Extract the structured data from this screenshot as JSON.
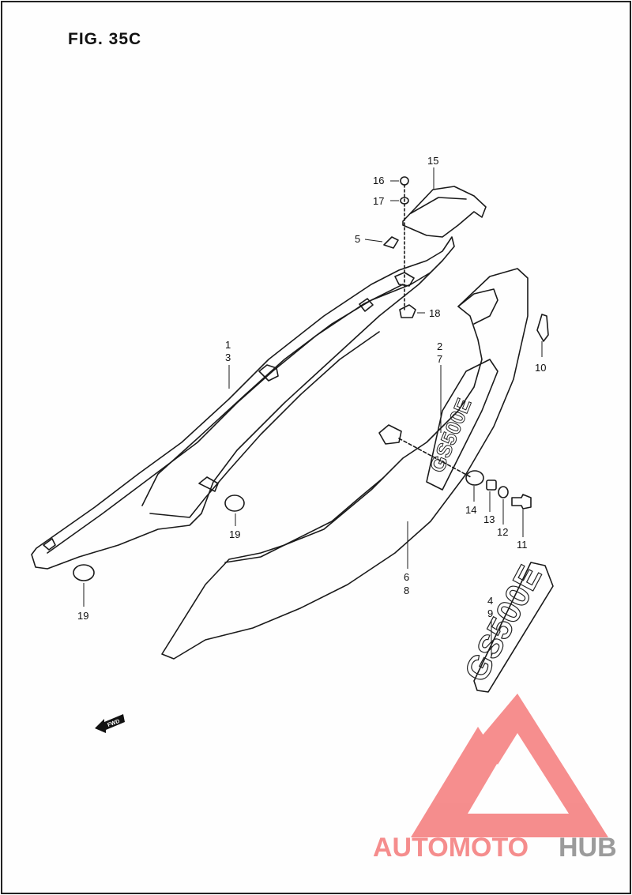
{
  "figure": {
    "title": "FIG. 35C"
  },
  "callouts": [
    {
      "id": "c1",
      "text": "1"
    },
    {
      "id": "c3",
      "text": "3"
    },
    {
      "id": "c2",
      "text": "2"
    },
    {
      "id": "c7",
      "text": "7"
    },
    {
      "id": "c4",
      "text": "4"
    },
    {
      "id": "c9",
      "text": "9"
    },
    {
      "id": "c5",
      "text": "5"
    },
    {
      "id": "c6",
      "text": "6"
    },
    {
      "id": "c8",
      "text": "8"
    },
    {
      "id": "c10",
      "text": "10"
    },
    {
      "id": "c11",
      "text": "11"
    },
    {
      "id": "c12",
      "text": "12"
    },
    {
      "id": "c13",
      "text": "13"
    },
    {
      "id": "c14",
      "text": "14"
    },
    {
      "id": "c15",
      "text": "15"
    },
    {
      "id": "c16",
      "text": "16"
    },
    {
      "id": "c17",
      "text": "17"
    },
    {
      "id": "c18",
      "text": "18"
    },
    {
      "id": "c19a",
      "text": "19"
    },
    {
      "id": "c19b",
      "text": "19"
    }
  ],
  "decal_text": "GS500E",
  "fwd_arrow": "FWD",
  "watermark": {
    "part1": "AUTOMOTO",
    "part2": "HUB",
    "color_primary": "#f25c5c",
    "color_secondary": "#7a7a7a"
  }
}
